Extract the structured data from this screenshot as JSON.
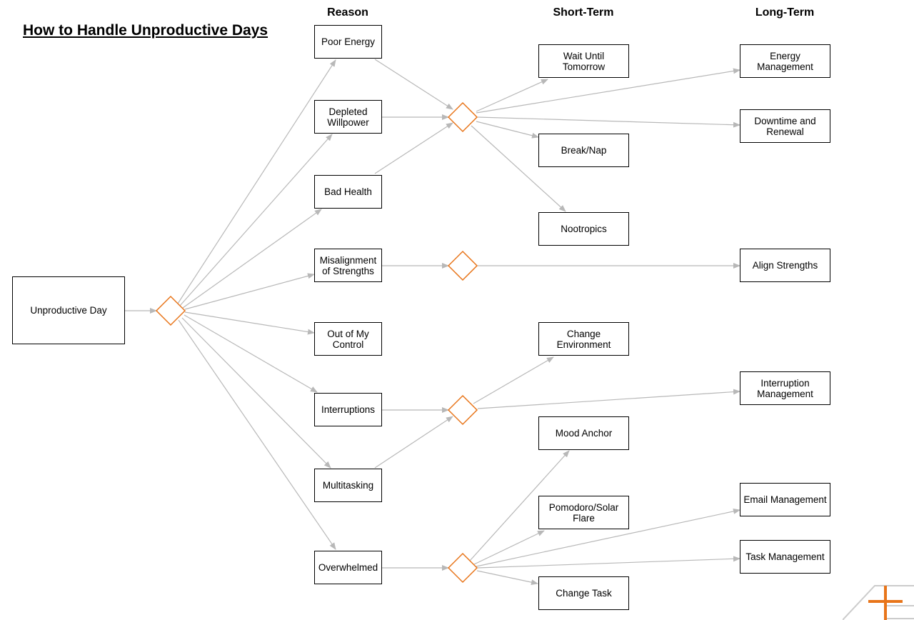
{
  "diagram": {
    "title": "How to Handle Unproductive Days",
    "columns": {
      "reason": "Reason",
      "short_term": "Short-Term",
      "long_term": "Long-Term"
    },
    "root": "Unproductive Day",
    "reasons": {
      "poor_energy": "Poor Energy",
      "depleted_willpower": "Depleted Willpower",
      "bad_health": "Bad Health",
      "misalignment": "Misalignment of Strengths",
      "out_of_control": "Out of My Control",
      "interruptions": "Interruptions",
      "multitasking": "Multitasking",
      "overwhelmed": "Overwhelmed"
    },
    "short_term": {
      "wait": "Wait Until Tomorrow",
      "break_nap": "Break/Nap",
      "nootropics": "Nootropics",
      "change_env": "Change Environment",
      "mood_anchor": "Mood Anchor",
      "pomodoro": "Pomodoro/Solar Flare",
      "change_task": "Change Task"
    },
    "long_term": {
      "energy_mgmt": "Energy Management",
      "downtime": "Downtime and Renewal",
      "align": "Align Strengths",
      "interruption_mgmt": "Interruption Management",
      "email_mgmt": "Email Management",
      "task_mgmt": "Task Management"
    },
    "colors": {
      "connector": "#b8b8b8",
      "junction": "#e8751a",
      "border": "#000000"
    }
  }
}
